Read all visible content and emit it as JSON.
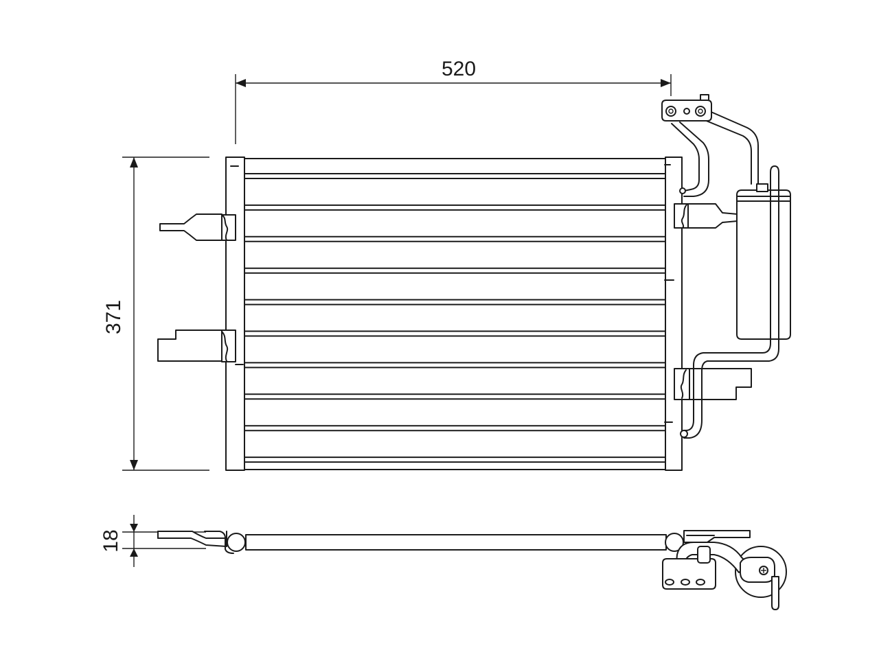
{
  "dimensions": {
    "width": "520",
    "height": "371",
    "depth": "18"
  },
  "drawing": {
    "subject": "condenser-with-receiver-drier",
    "views": [
      "front-view",
      "bottom-view"
    ],
    "tube_count": 10
  }
}
